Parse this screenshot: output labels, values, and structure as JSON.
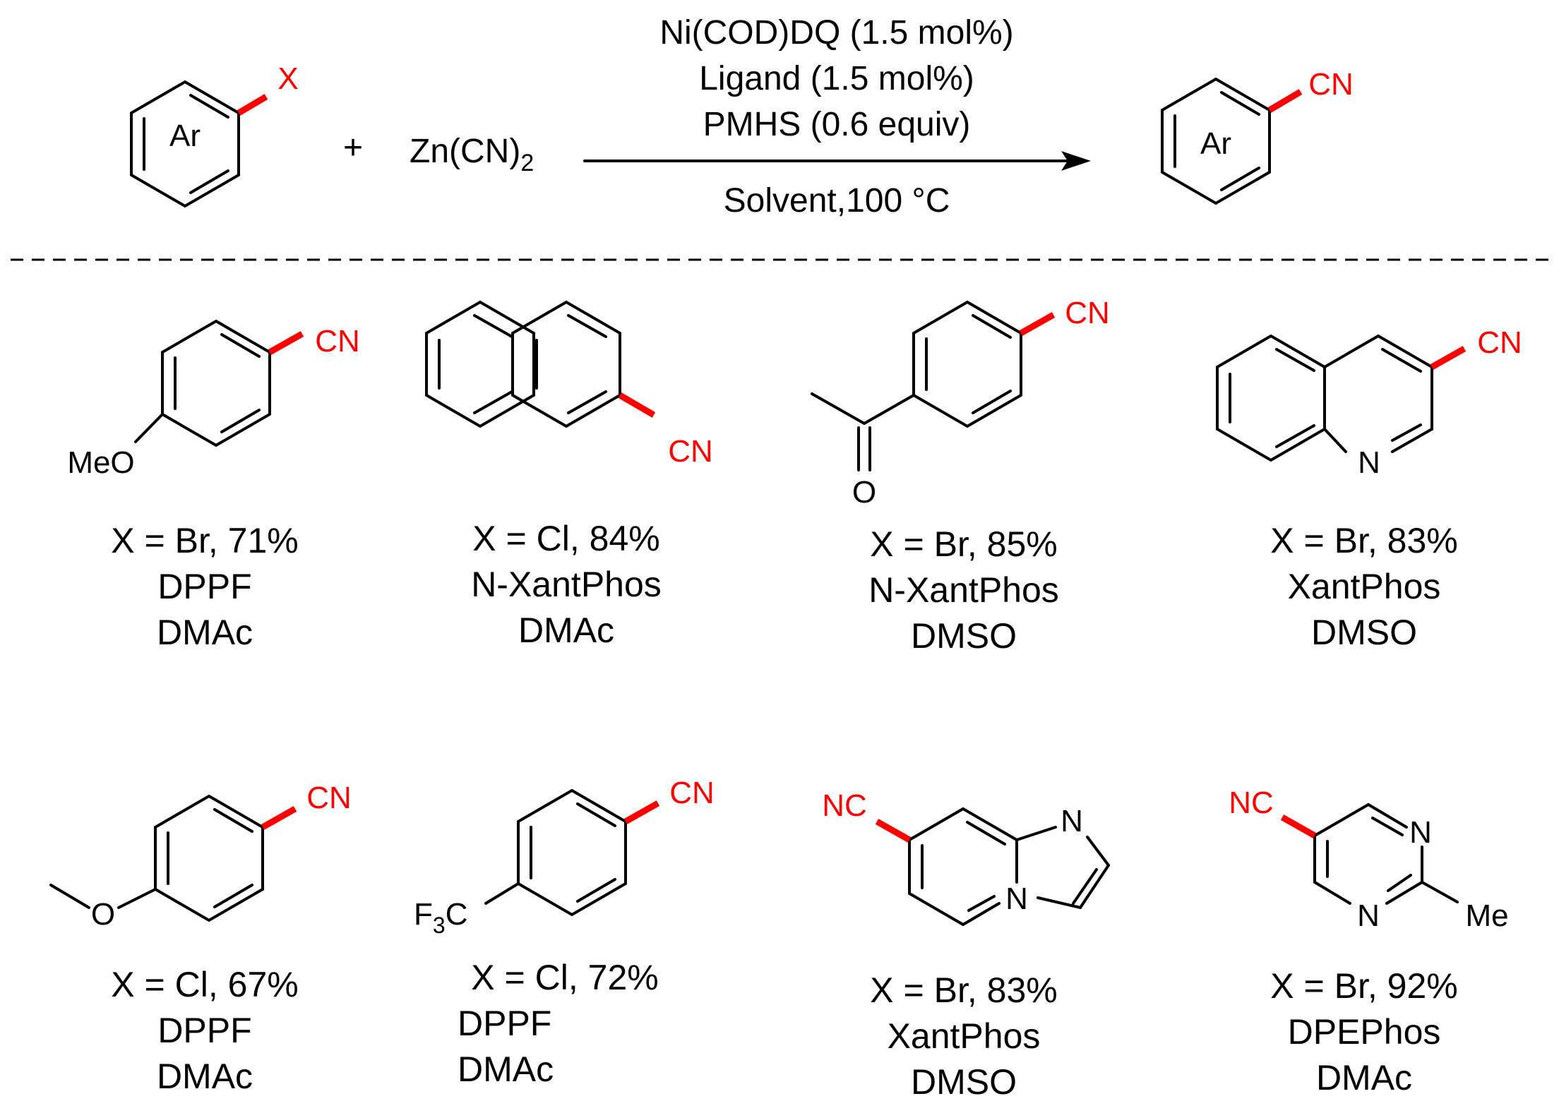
{
  "scheme": {
    "reactant_leaving_group": "X",
    "ring_label": "Ar",
    "plus": "+",
    "reagent": {
      "main": "Zn(CN)",
      "subscript": "2"
    },
    "conditions_above": [
      "Ni(COD)DQ (1.5 mol%)",
      "Ligand (1.5 mol%)",
      "PMHS (0.6 equiv)"
    ],
    "conditions_below": "Solvent,100 °C",
    "product_group": "CN"
  },
  "colors": {
    "highlight": "#ff0000",
    "ink": "#000000"
  },
  "substrates": [
    {
      "groups": [
        "CN",
        "MeO"
      ],
      "x": "Br",
      "yield": "71%",
      "ligand": "DPPF",
      "solvent": "DMAc"
    },
    {
      "groups": [
        "CN"
      ],
      "x": "Cl",
      "yield": "84%",
      "ligand": "N-XantPhos",
      "solvent": "DMAc"
    },
    {
      "groups": [
        "CN",
        "O"
      ],
      "x": "Br",
      "yield": "85%",
      "ligand": "N-XantPhos",
      "solvent": "DMSO"
    },
    {
      "groups": [
        "CN",
        "N"
      ],
      "x": "Br",
      "yield": "83%",
      "ligand": "XantPhos",
      "solvent": "DMSO"
    },
    {
      "groups": [
        "CN",
        "O"
      ],
      "x": "Cl",
      "yield": "67%",
      "ligand": "DPPF",
      "solvent": "DMAc"
    },
    {
      "groups": [
        "CN",
        "F",
        "3",
        "C"
      ],
      "x": "Cl",
      "yield": "72%",
      "ligand": "DPPF",
      "solvent": "DMAc"
    },
    {
      "groups": [
        "NC",
        "N",
        "N"
      ],
      "x": "Br",
      "yield": "83%",
      "ligand": "XantPhos",
      "solvent": "DMSO"
    },
    {
      "groups": [
        "NC",
        "N",
        "N",
        "Me"
      ],
      "x": "Br",
      "yield": "92%",
      "ligand": "DPEPhos",
      "solvent": "DMAc"
    }
  ]
}
